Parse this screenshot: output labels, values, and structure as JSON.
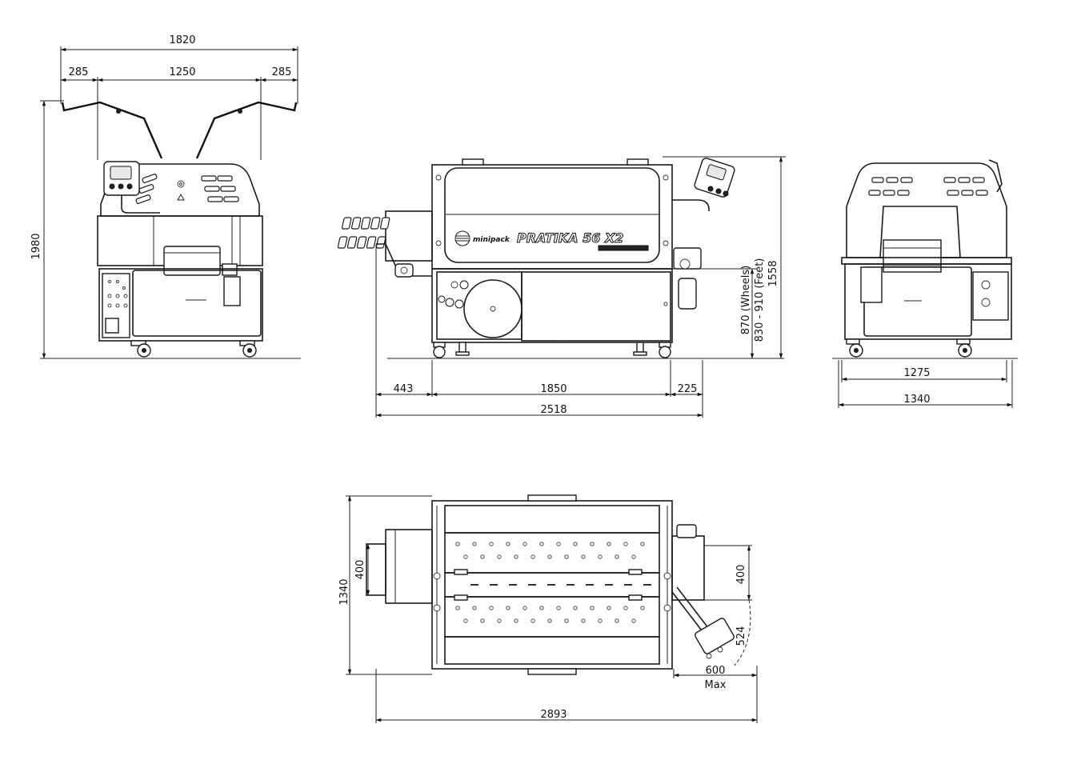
{
  "drawing": {
    "brand": {
      "logo_text": "minipack",
      "model_text": "PRATIKA 56 X2"
    },
    "front_view": {
      "overall_width": "1820",
      "left_arm": "285",
      "body_width": "1250",
      "right_arm": "285",
      "height": "1980"
    },
    "side_view": {
      "height_wheels": "870 (Wheels)",
      "height_feet": "830 - 910 (Feet)",
      "total_height": "1558",
      "left_extension": "443",
      "body_length": "1850",
      "right_extension": "225",
      "overall_length": "2518"
    },
    "rear_view": {
      "inner_width": "1275",
      "overall_width": "1340"
    },
    "top_view": {
      "depth": "1340",
      "infeed_width": "400",
      "panel_width": "400",
      "arm_radius": "524",
      "arm_reach": "600",
      "arm_reach_note": "Max",
      "overall_length": "2893"
    }
  }
}
